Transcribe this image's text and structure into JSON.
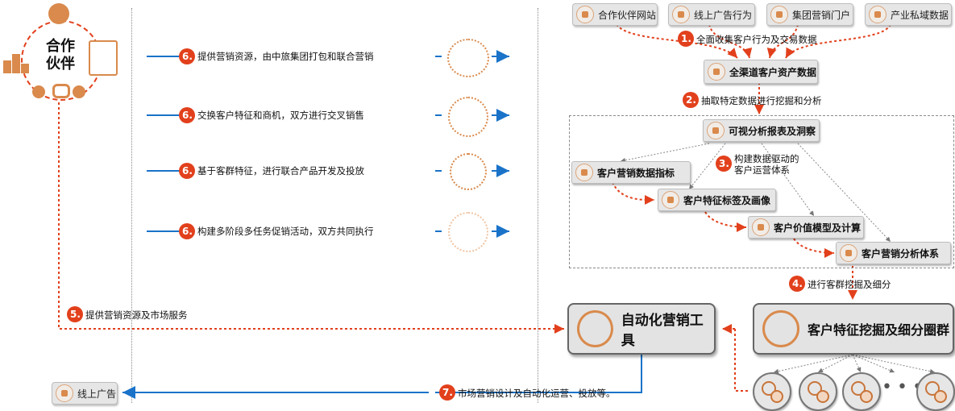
{
  "partner": {
    "line1": "合作",
    "line2": "伙伴"
  },
  "sources": [
    "合作伙伴网站",
    "线上广告行为",
    "集团营销门户",
    "产业私域数据"
  ],
  "steps": {
    "s1": {
      "num": "1.",
      "text": "全面收集客户行为及交易数据"
    },
    "s2": {
      "num": "2.",
      "text": "抽取特定数据进行挖掘和分析"
    },
    "s3": {
      "num": "3.",
      "line1": "构建数据驱动的",
      "line2": "客户运营体系"
    },
    "s4": {
      "num": "4.",
      "text": "进行客群挖掘及细分"
    },
    "s5": {
      "num": "5.",
      "text": "提供营销资源及市场服务"
    },
    "s7": {
      "num": "7.",
      "text": "市场营销设计及自动化运营、投放等。"
    }
  },
  "cooperation": [
    {
      "num": "6.",
      "text": "提供营销资源，由中旅集团打包和联合营销",
      "icon": "gear-hand-icon"
    },
    {
      "num": "6.",
      "text": "交换客户特征和商机，双方进行交叉销售",
      "icon": "cart-gear-icon"
    },
    {
      "num": "6.",
      "text": "基于客群特征，进行联合产品开发及投放",
      "icon": "bulb-gear-icon"
    },
    {
      "num": "6.",
      "text": "构建多阶段多任务促销活动，双方共同执行",
      "icon": "team-icon"
    }
  ],
  "boxes": {
    "allchannel": "全渠道客户资产数据",
    "visual": "可视分析报表及洞察",
    "metrics": "客户营销数据指标",
    "tags": "客户特征标签及画像",
    "value": "客户价值模型及计算",
    "system": "客户营销分析体系",
    "automation": "自动化营销工具",
    "mining": "客户特征挖掘及细分圈群",
    "online_ad": "线上广告"
  },
  "colors": {
    "accent": "#e2401c",
    "blue": "#1a73c9",
    "orange": "#d98a4c",
    "box": "#e6e6e6"
  }
}
